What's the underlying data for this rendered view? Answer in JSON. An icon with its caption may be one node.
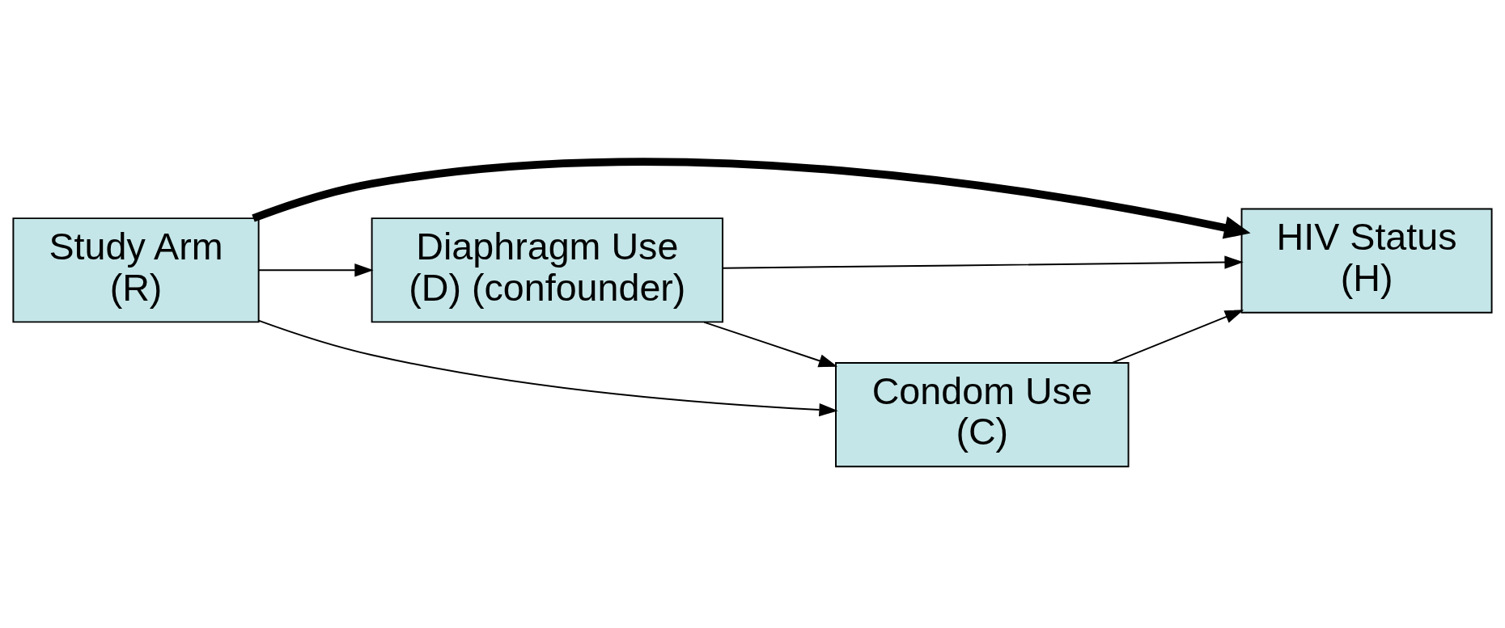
{
  "diagram": {
    "nodes": [
      {
        "text": [
          "Study Arm",
          "(R)"
        ]
      },
      {
        "text": [
          "HIV Status",
          "(H)"
        ]
      },
      {
        "text": [
          "Diaphragm Use",
          "(D) (confounder)"
        ]
      },
      {
        "text": [
          "Condom Use",
          "(C)"
        ]
      }
    ],
    "edges": [
      {
        "from": 0,
        "to": 1,
        "arrow": "to",
        "style": "thick"
      },
      {
        "from": 0,
        "to": 2,
        "arrow": "to"
      },
      {
        "from": 2,
        "to": 1,
        "arrow": "to"
      },
      {
        "from": 2,
        "to": 3,
        "arrow": "to"
      },
      {
        "from": 0,
        "to": 3,
        "arrow": "to"
      },
      {
        "from": 3,
        "to": 1,
        "arrow": "to"
      }
    ]
  }
}
